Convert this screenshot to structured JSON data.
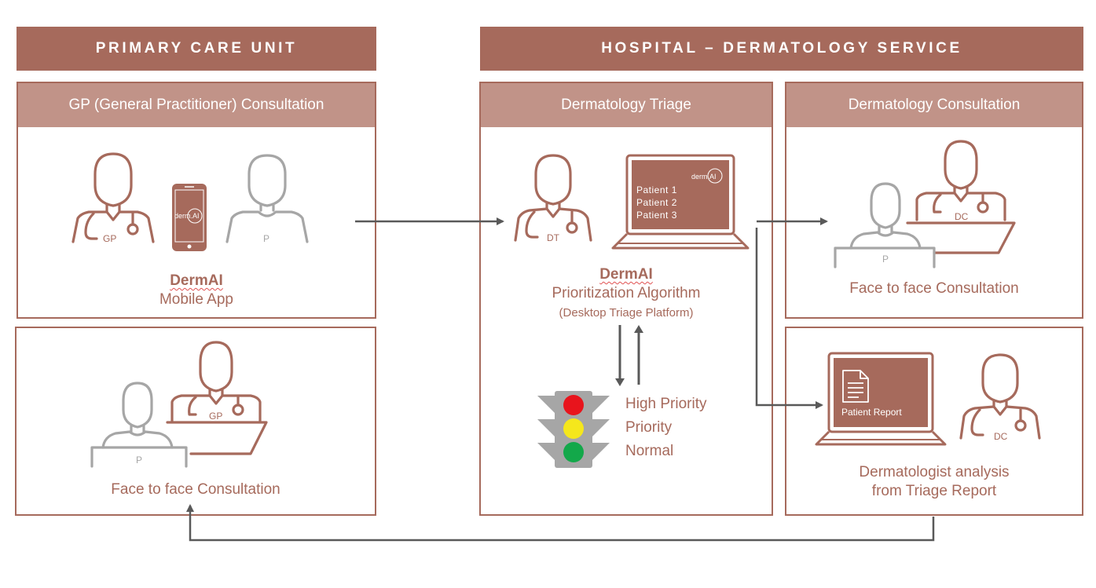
{
  "headers": {
    "primary_care": "PRIMARY CARE UNIT",
    "hospital": "HOSPITAL – DERMATOLOGY SERVICE"
  },
  "panels": {
    "gp_consultation": {
      "title": "GP (General Practitioner) Consultation",
      "app_brand": "DermAI",
      "app_caption": "Mobile App",
      "phone_logo": "derm.AI",
      "doctor_label": "GP",
      "patient_label": "P"
    },
    "gp_face_to_face": {
      "caption": "Face to face Consultation",
      "doctor_label": "GP",
      "patient_label": "P"
    },
    "triage": {
      "title": "Dermatology Triage",
      "doctor_label": "DT",
      "laptop_logo": "derm.AI",
      "patients": [
        "Patient 1",
        "Patient 2",
        "Patient 3"
      ],
      "brand": "DermAI",
      "caption": "Prioritization Algorithm",
      "subcaption": "(Desktop Triage Platform)",
      "priorities": [
        "High Priority",
        "Priority",
        "Normal"
      ],
      "light_colors": [
        "#e8141c",
        "#f5e71c",
        "#13a84a"
      ]
    },
    "derm_consultation": {
      "title": "Dermatology Consultation",
      "caption": "Face to face Consultation",
      "doctor_label": "DC",
      "patient_label": "P"
    },
    "derm_analysis": {
      "report_label": "Patient Report",
      "doctor_label": "DC",
      "caption_line1": "Dermatologist analysis",
      "caption_line2": "from Triage Report"
    }
  },
  "colors": {
    "brand": "#a66a5c",
    "header_light": "#c19388",
    "patient_gray": "#a6a6a6",
    "arrow": "#595959"
  },
  "icons": [
    "doctor-icon",
    "patient-icon",
    "smartphone-icon",
    "laptop-icon",
    "document-icon",
    "traffic-light-icon",
    "arrow-icon"
  ]
}
